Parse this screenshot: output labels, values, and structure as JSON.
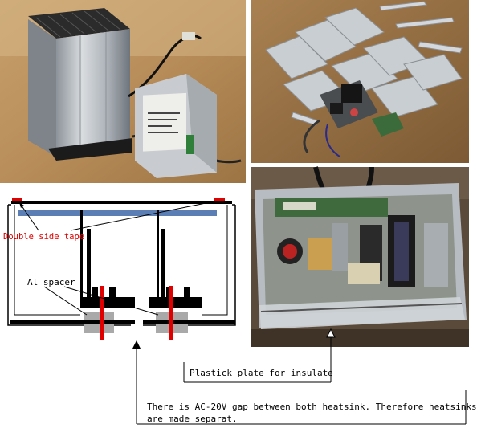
{
  "labels": {
    "double_side_tape": "Double side tape",
    "al_spacer": "Al spacer",
    "plastic_plate": "Plastick plate for insulate"
  },
  "note": {
    "line1": "There is AC-20V gap between both heatsink. Therefore heatsinks",
    "line2": "are made separat."
  },
  "colors": {
    "tape_red": "#e00000",
    "plastic_blue": "#5b7fb5",
    "spacer_gray": "#a9a9a9",
    "screw_red": "#e00000"
  }
}
